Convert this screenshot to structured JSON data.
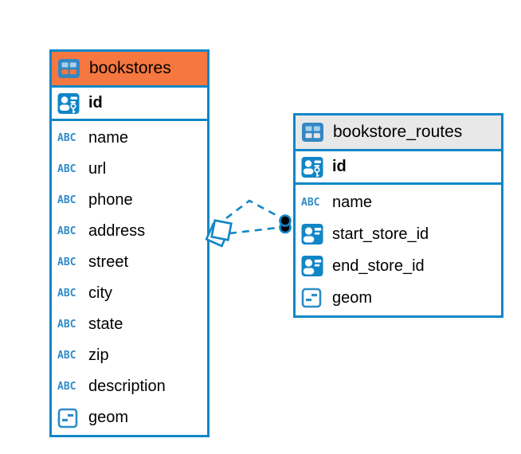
{
  "diagram": {
    "kind": "entity-relationship-diagram",
    "background": "#FFFFFF"
  },
  "colors": {
    "accent_blue": "#1186C7",
    "bookstores_header": "#F6773F",
    "routes_header": "#E8E8E8",
    "relation_dot": "#000000",
    "text": "#000000"
  },
  "icons": {
    "pk": "primary-key-column-icon",
    "fk": "foreign-key-column-icon",
    "abc": "text-column-icon",
    "geom": "geometry-column-icon",
    "table": "table-icon",
    "abc_label": "ABC"
  },
  "tables": [
    {
      "title": "bookstores",
      "header_color": "#F6773F",
      "key_column": {
        "name": "id",
        "icon": "pk"
      },
      "columns": [
        {
          "name": "name",
          "icon": "abc"
        },
        {
          "name": "url",
          "icon": "abc"
        },
        {
          "name": "phone",
          "icon": "abc"
        },
        {
          "name": "address",
          "icon": "abc"
        },
        {
          "name": "street",
          "icon": "abc"
        },
        {
          "name": "city",
          "icon": "abc"
        },
        {
          "name": "state",
          "icon": "abc"
        },
        {
          "name": "zip",
          "icon": "abc"
        },
        {
          "name": "description",
          "icon": "abc"
        },
        {
          "name": "geom",
          "icon": "geom"
        }
      ]
    },
    {
      "title": "bookstore_routes",
      "header_color": "#E8E8E8",
      "key_column": {
        "name": "id",
        "icon": "pk"
      },
      "columns": [
        {
          "name": "name",
          "icon": "abc"
        },
        {
          "name": "start_store_id",
          "icon": "fk"
        },
        {
          "name": "end_store_id",
          "icon": "fk"
        },
        {
          "name": "geom",
          "icon": "geom"
        }
      ]
    }
  ],
  "relation": {
    "from_table": "bookstores",
    "to_table": "bookstore_routes",
    "line_style": "dashed",
    "count": 2
  }
}
